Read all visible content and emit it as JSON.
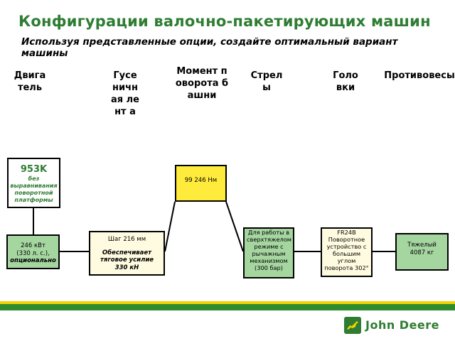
{
  "title": "Конфигурации валочно-пакетирующих машин",
  "subtitle": "Используя представленные опции, создайте оптимальный вариант машины",
  "columns": [
    {
      "label": "Двига тель"
    },
    {
      "label": "Гусе ничн ая лент а"
    },
    {
      "label": "Момент поворота башни"
    },
    {
      "label": "Стрел ы"
    },
    {
      "label": "Голо вки"
    },
    {
      "label": "Противовесы"
    }
  ],
  "boxes": {
    "model": {
      "name": "953K",
      "note": "без выравнивания поворотной платформы"
    },
    "engine": {
      "line1": "246 кВт",
      "line2": "(330 л. с.),",
      "line3": "опционально"
    },
    "track": {
      "line1": "Шаг 216 мм",
      "line2": "Обеспечивает тяговое усилие 330 кН"
    },
    "torque": {
      "text": "99 246 Нм"
    },
    "boom": {
      "text": "Для работы в сверхтяжелом режиме с рычажным механизмом (300 бар)"
    },
    "head": {
      "text": "FR24B Поворотное устройство с большим углом поворота 302°"
    },
    "counterweight": {
      "line1": "Тяжелый",
      "line2": "4087 кг"
    }
  },
  "logo": {
    "text": "John Deere"
  },
  "colors": {
    "title": "#2e7d32",
    "box_green": "#a5d6a0",
    "box_yellow": "#ffeb3b",
    "footer_green": "#2e8b2e",
    "footer_yellow": "#f4d200"
  }
}
